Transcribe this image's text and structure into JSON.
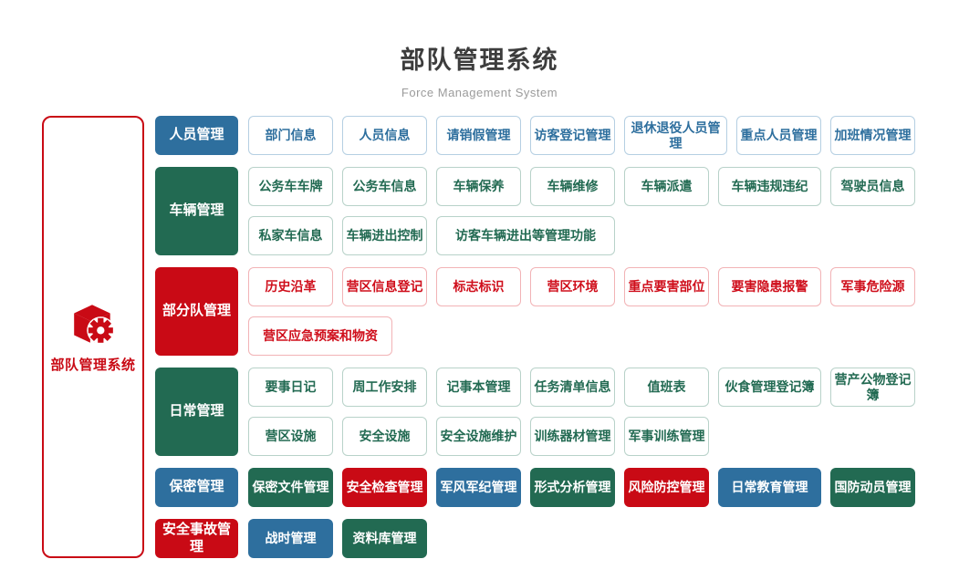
{
  "header": {
    "title": "部队管理系统",
    "subtitle": "Force Management System"
  },
  "sidebar": {
    "label": "部队管理系统",
    "icon": "cube-gear-icon"
  },
  "colors": {
    "blue": "#2e6f9e",
    "green": "#226a52",
    "red": "#c90a15",
    "blue_border": "#b5cfe2",
    "green_border": "#b8d2c9",
    "red_border": "#f2b3b6",
    "title_text": "#3d3d3d",
    "subtitle_text": "#9b9b9b"
  },
  "rows": [
    {
      "category": {
        "label": "人员管理",
        "color": "blue"
      },
      "lines": [
        [
          {
            "label": "部门信息"
          },
          {
            "label": "人员信息"
          },
          {
            "label": "请销假管理"
          },
          {
            "label": "访客登记管理"
          },
          {
            "label": "退休退役人员管理"
          },
          {
            "label": "重点人员管理"
          },
          {
            "label": "加班情况管理"
          }
        ]
      ]
    },
    {
      "category": {
        "label": "车辆管理",
        "color": "green"
      },
      "lines": [
        [
          {
            "label": "公务车车牌"
          },
          {
            "label": "公务车信息"
          },
          {
            "label": "车辆保养"
          },
          {
            "label": "车辆维修"
          },
          {
            "label": "车辆派遣"
          },
          {
            "label": "车辆违规违纪"
          },
          {
            "label": "驾驶员信息"
          }
        ],
        [
          {
            "label": "私家车信息"
          },
          {
            "label": "车辆进出控制"
          },
          {
            "label": "访客车辆进出等管理功能"
          }
        ]
      ]
    },
    {
      "category": {
        "label": "部分队管理",
        "color": "red"
      },
      "lines": [
        [
          {
            "label": "历史沿革"
          },
          {
            "label": "营区信息登记"
          },
          {
            "label": "标志标识"
          },
          {
            "label": "营区环境"
          },
          {
            "label": "重点要害部位"
          },
          {
            "label": "要害隐患报警"
          },
          {
            "label": "军事危险源"
          }
        ],
        [
          {
            "label": "营区应急预案和物资"
          }
        ]
      ]
    },
    {
      "category": {
        "label": "日常管理",
        "color": "green"
      },
      "lines": [
        [
          {
            "label": "要事日记"
          },
          {
            "label": "周工作安排"
          },
          {
            "label": "记事本管理"
          },
          {
            "label": "任务清单信息"
          },
          {
            "label": "值班表"
          },
          {
            "label": "伙食管理登记簿"
          },
          {
            "label": "营产公物登记簿"
          }
        ],
        [
          {
            "label": "营区设施"
          },
          {
            "label": "安全设施"
          },
          {
            "label": "安全设施维护"
          },
          {
            "label": "训练器材管理"
          },
          {
            "label": "军事训练管理"
          }
        ]
      ]
    },
    {
      "category": {
        "label": "保密管理",
        "color": "blue"
      },
      "lines": [
        [
          {
            "label": "保密文件管理",
            "color": "green"
          },
          {
            "label": "安全检查管理",
            "color": "red"
          },
          {
            "label": "军风军纪管理",
            "color": "blue"
          },
          {
            "label": "形式分析管理",
            "color": "green"
          },
          {
            "label": "风险防控管理",
            "color": "red"
          },
          {
            "label": "日常教育管理",
            "color": "blue"
          },
          {
            "label": "国防动员管理",
            "color": "green"
          }
        ]
      ]
    },
    {
      "category": {
        "label": "安全事故管理",
        "color": "red"
      },
      "lines": [
        [
          {
            "label": "战时管理",
            "color": "blue"
          },
          {
            "label": "资料库管理",
            "color": "green"
          }
        ]
      ]
    }
  ]
}
